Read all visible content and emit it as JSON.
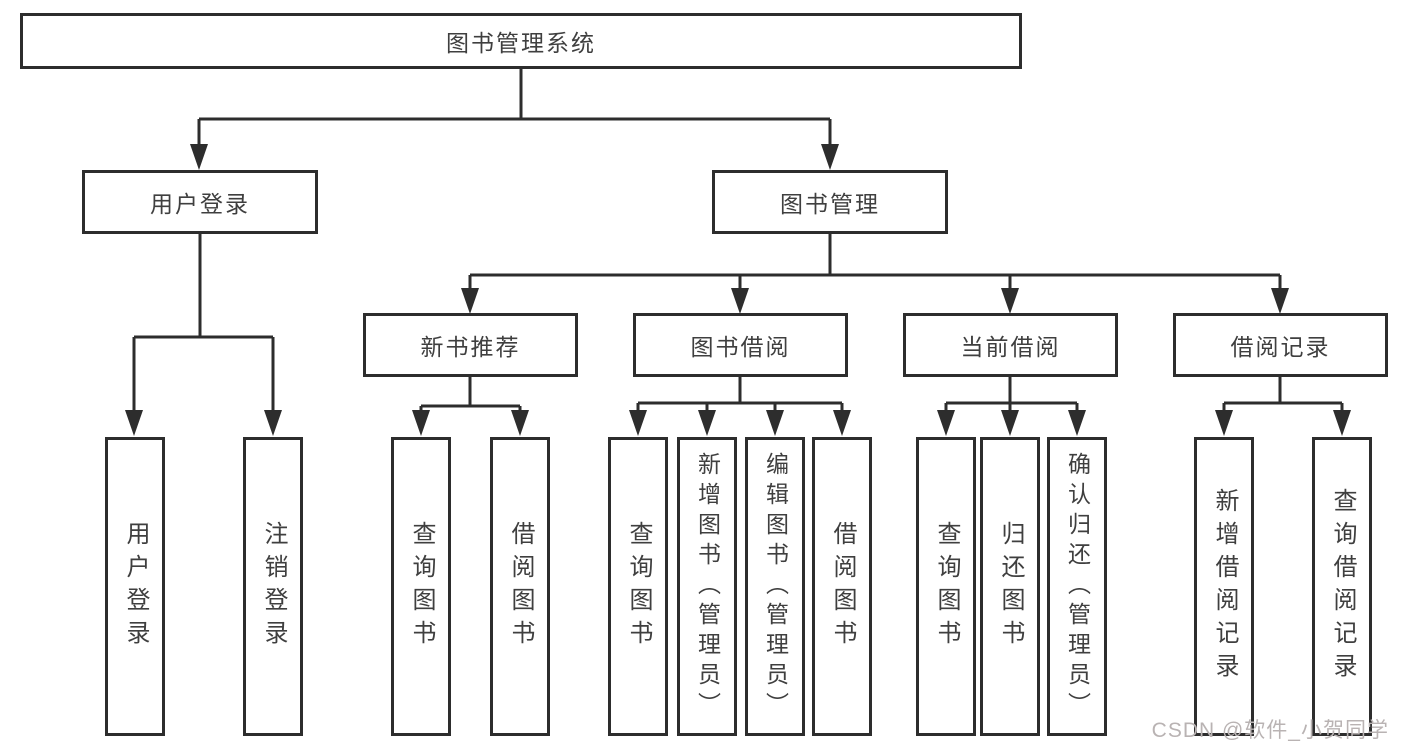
{
  "diagram": {
    "root": {
      "label": "图书管理系统"
    },
    "modules": [
      {
        "label": "用户登录",
        "features": [
          {
            "label": "用户登录"
          },
          {
            "label": "注销登录"
          }
        ]
      },
      {
        "label": "图书管理",
        "submodules": [
          {
            "label": "新书推荐",
            "features": [
              {
                "label": "查询图书"
              },
              {
                "label": "借阅图书"
              }
            ]
          },
          {
            "label": "图书借阅",
            "features": [
              {
                "label": "查询图书"
              },
              {
                "label": "新增图书（管理员）"
              },
              {
                "label": "编辑图书（管理员）"
              },
              {
                "label": "借阅图书"
              }
            ]
          },
          {
            "label": "当前借阅",
            "features": [
              {
                "label": "查询图书"
              },
              {
                "label": "归还图书"
              },
              {
                "label": "确认归还（管理员）"
              }
            ]
          },
          {
            "label": "借阅记录",
            "features": [
              {
                "label": "新增借阅记录"
              },
              {
                "label": "查询借阅记录"
              }
            ]
          }
        ]
      }
    ]
  },
  "watermark": {
    "text": "CSDN @软件_小贺同学"
  },
  "colors": {
    "line": "#2d2d2d",
    "text": "#3f3f3f",
    "background": "#ffffff",
    "watermark": "#b9b3b3"
  }
}
